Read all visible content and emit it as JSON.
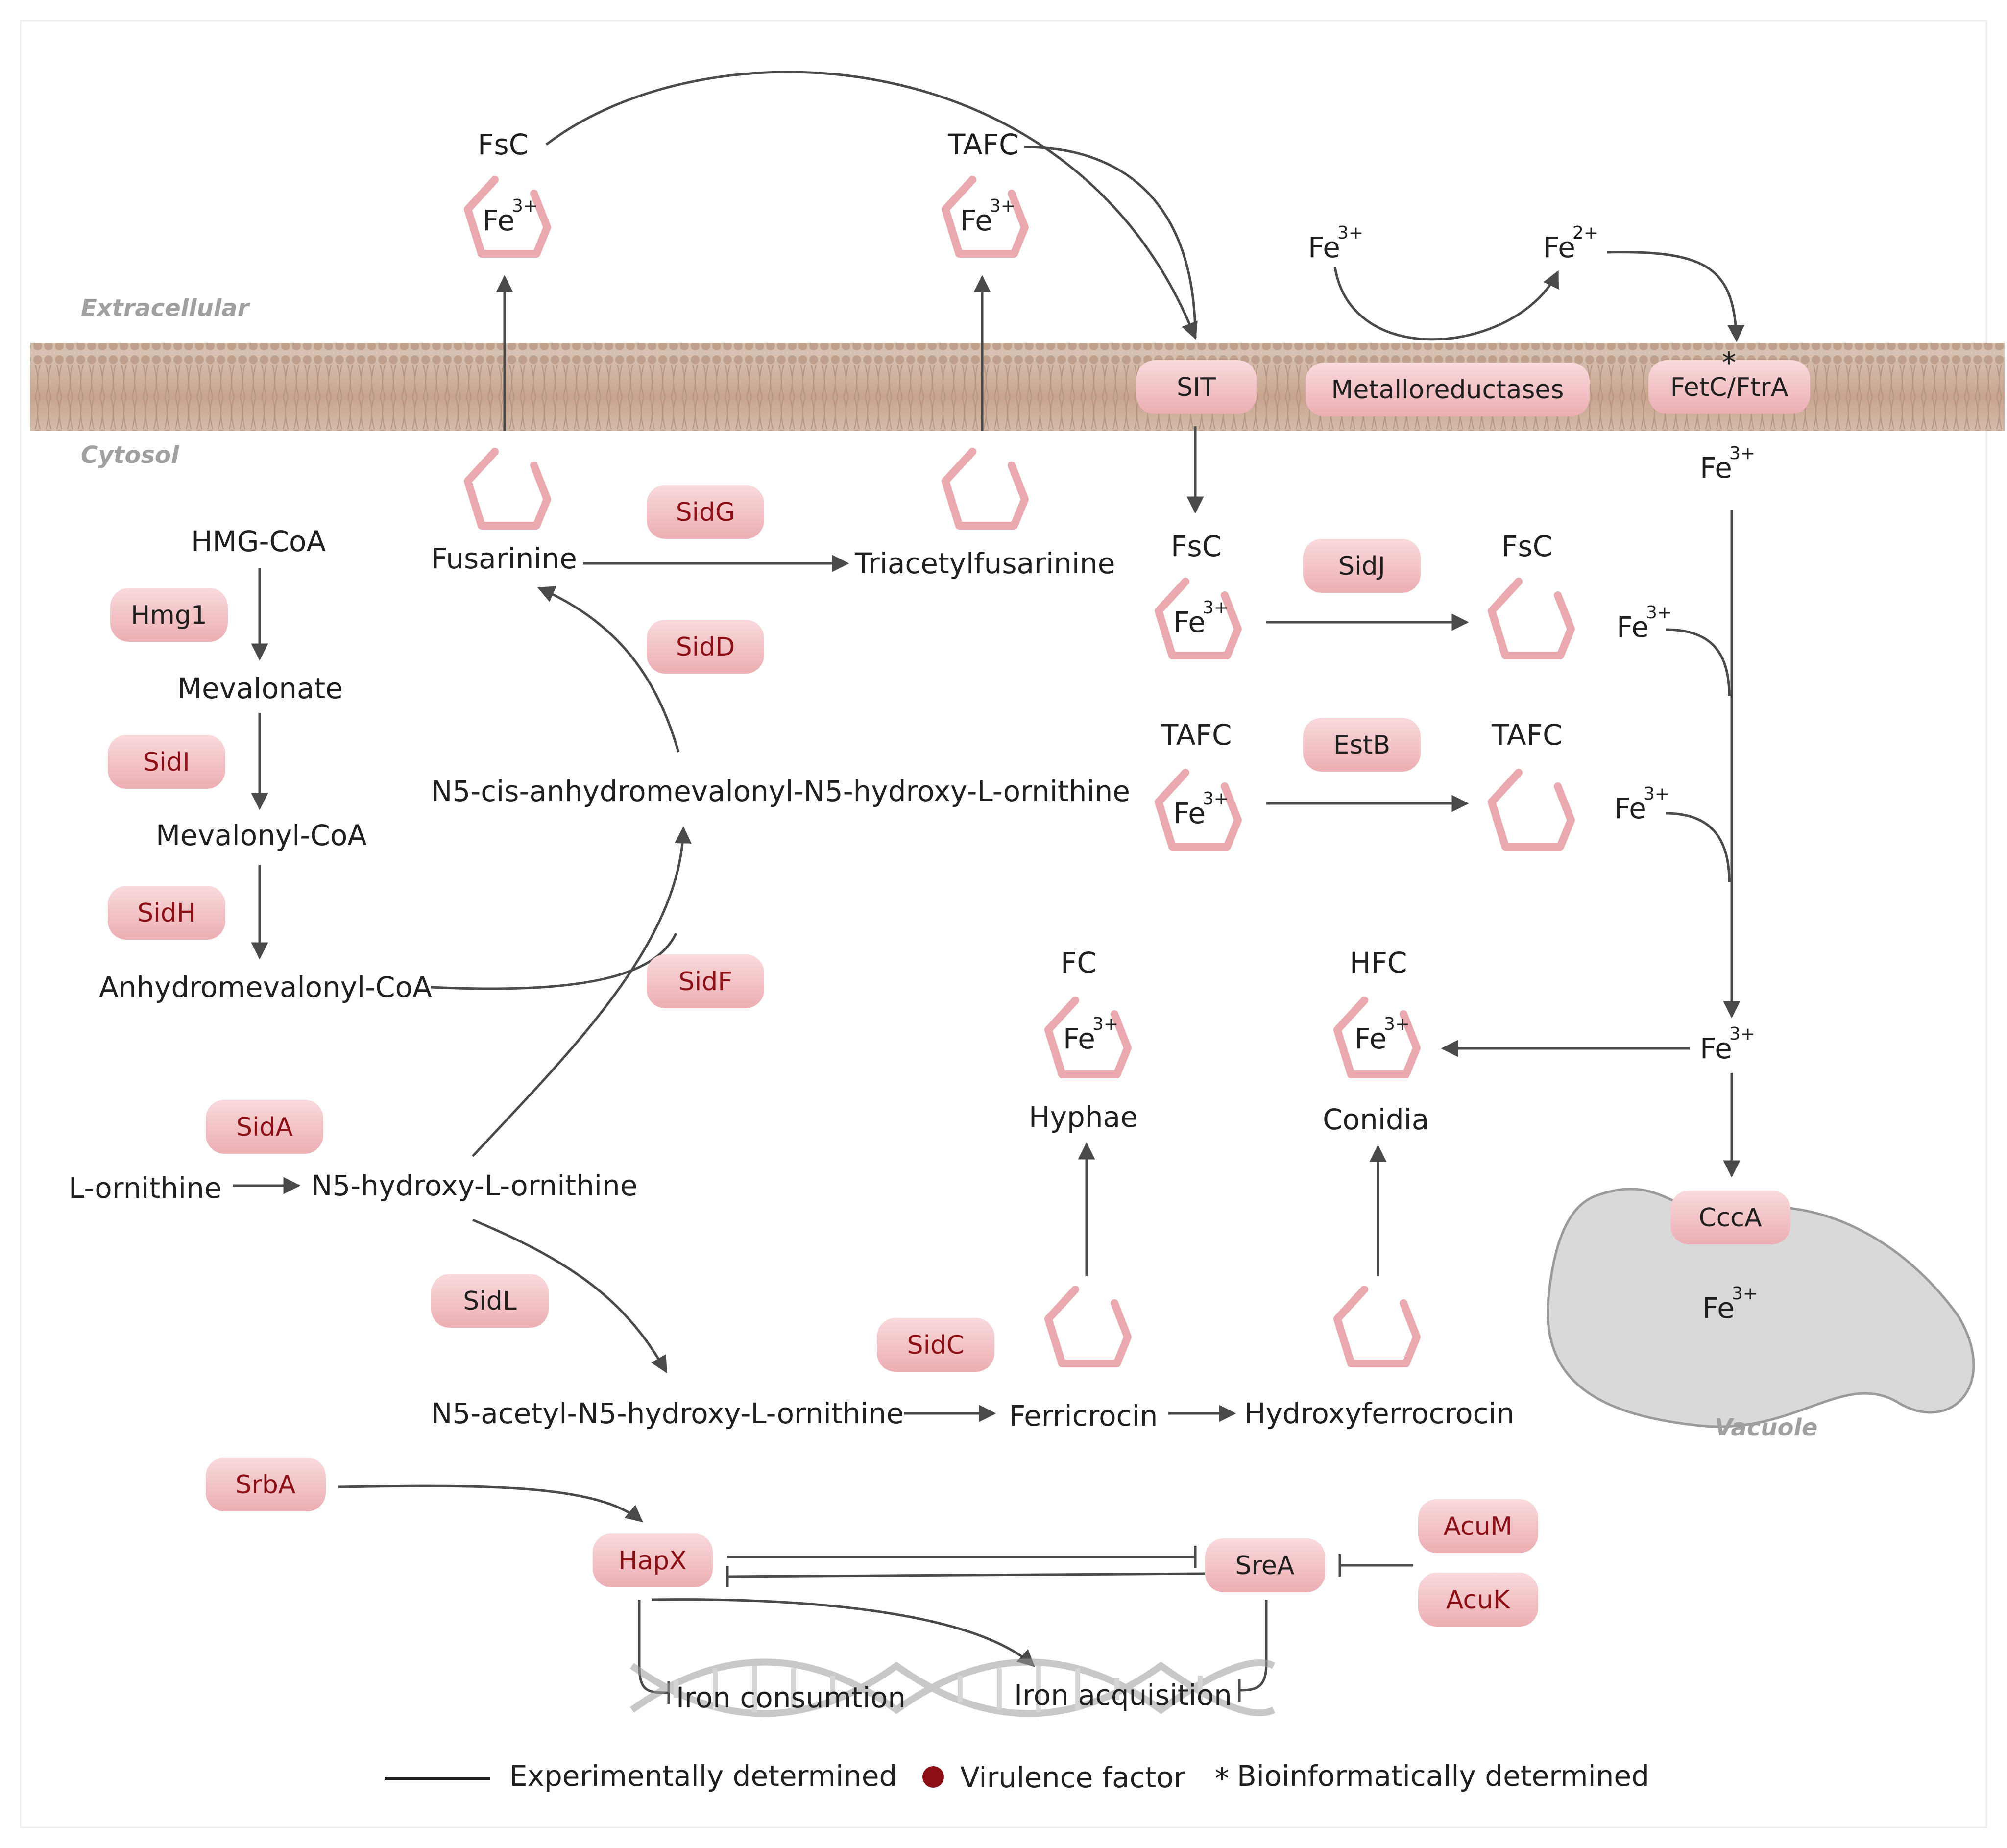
{
  "compartments": {
    "extracellular": "Extracellular",
    "cytosol": "Cytosol",
    "vacuole": "Vacuole"
  },
  "iron": {
    "symbol": "Fe",
    "ferric": "3+",
    "ferrous": "2+"
  },
  "metabolites": {
    "fsc": "FsC",
    "tafc": "TAFC",
    "fc": "FC",
    "hfc": "HFC",
    "hmg_coa": "HMG-CoA",
    "mevalonate": "Mevalonate",
    "mevalonyl_coa": "Mevalonyl-CoA",
    "anhydromevalonyl_coa": "Anhydromevalonyl-CoA",
    "fusarinine": "Fusarinine",
    "triacetylfusarinine": "Triacetylfusarinine",
    "n5_cis": "N5-cis-anhydromevalonyl-N5-hydroxy-L-ornithine",
    "l_ornithine": "L-ornithine",
    "n5_hydroxy": "N5-hydroxy-L-ornithine",
    "n5_acetyl": "N5-acetyl-N5-hydroxy-L-ornithine",
    "ferricrocin": "Ferricrocin",
    "hydroxyferricrocin": "Hydroxyferrocrocin",
    "hyphae": "Hyphae",
    "conidia": "Conidia",
    "iron_consumption": "Iron consumtion",
    "iron_acquisition": "Iron acquisition"
  },
  "proteins": {
    "sidg": "SidG",
    "sidd": "SidD",
    "hmg1": "Hmg1",
    "sidi": "SidI",
    "sidh": "SidH",
    "sidf": "SidF",
    "sida": "SidA",
    "sidl": "SidL",
    "sidc": "SidC",
    "sidj": "SidJ",
    "estb": "EstB",
    "srba": "SrbA",
    "hapx": "HapX",
    "srea": "SreA",
    "acum": "AcuM",
    "acuk": "AcuK",
    "sit": "SIT",
    "metalloreductases": "Metalloreductases",
    "fetc_ftra": "FetC/FtrA",
    "fetc_asterisk": "*",
    "ccca": "CccA"
  },
  "legend": {
    "experimental": "Experimentally determined",
    "virulence": "Virulence factor",
    "asterisk": "*",
    "bioinformatic": "Bioinformatically determined"
  },
  "colors": {
    "protein_fill": "#f4c4c7",
    "ring": "#e9a9ae",
    "virulence_text": "#8b0f14",
    "membrane": "#cfae9a",
    "vacuole": "#d8d8d8"
  }
}
